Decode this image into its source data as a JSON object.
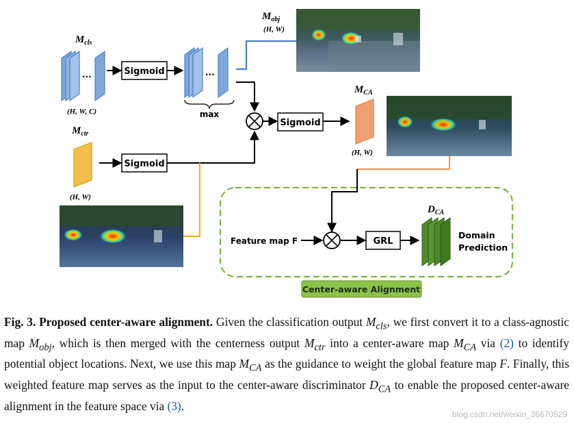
{
  "diagram": {
    "labels": {
      "m_cls": "M",
      "m_cls_sub": "cls",
      "m_cls_dim": "(H, W, C)",
      "m_obj": "M",
      "m_obj_sub": "obj",
      "m_obj_dim": "(H, W)",
      "m_ctr": "M",
      "m_ctr_sub": "ctr",
      "m_ctr_dim": "(H, W)",
      "m_ca": "M",
      "m_ca_sub": "CA",
      "m_ca_dim": "(H, W)",
      "d_ca": "D",
      "d_ca_sub": "CA",
      "max": "max",
      "dots1": "...",
      "dots2": "...",
      "otimes": "⊗"
    },
    "boxes": {
      "sigmoid_top": "Sigmoid",
      "sigmoid_mid": "Sigmoid",
      "sigmoid_ctr": "Sigmoid",
      "grl": "GRL"
    },
    "feature_map": "Feature map F",
    "domain_prediction_1": "Domain",
    "domain_prediction_2": "Prediction",
    "center_aware_alignment": "Center-aware Alignment",
    "colors": {
      "blue_map": "#7ea8dc",
      "blue_edge": "#4d7fc2",
      "orange_map": "#f0a070",
      "yellow_map": "#f2c04a",
      "green_map": "#4f8a2a",
      "green_dash": "#7cb342",
      "green_box": "#8bc34a",
      "blue_line": "#4a7cc7",
      "yellow_line": "#f0b020",
      "orange_line": "#ec9a5a"
    }
  },
  "caption": {
    "fig_label": "Fig. 3.",
    "title": "Proposed center-aware alignment.",
    "t1": "Given the classification output",
    "mcls": "M",
    "mcls_sub": "cls",
    "t2": ", we first convert it to a class-agnostic map",
    "mobj": "M",
    "mobj_sub": "obj",
    "t3": ", which is then merged with the centerness output",
    "mctr": "M",
    "mctr_sub": "ctr",
    "t4": "into a center-aware map",
    "mca": "M",
    "mca_sub": "CA",
    "t5": "via",
    "ref2": "(2)",
    "t6": "to identify potential object locations. Next, we use this map",
    "mca2": "M",
    "mca2_sub": "CA",
    "t7": "as the guidance to weight the global feature map",
    "f": "F",
    "t8": ". Finally, this weighted feature map serves as the input to the center-aware discriminator",
    "dca": "D",
    "dca_sub": "CA",
    "t9": "to enable the proposed center-aware alignment in the feature space via",
    "ref3": "(3)",
    "t10": "."
  },
  "watermark": "blog.csdn.net/weixin_36670529"
}
